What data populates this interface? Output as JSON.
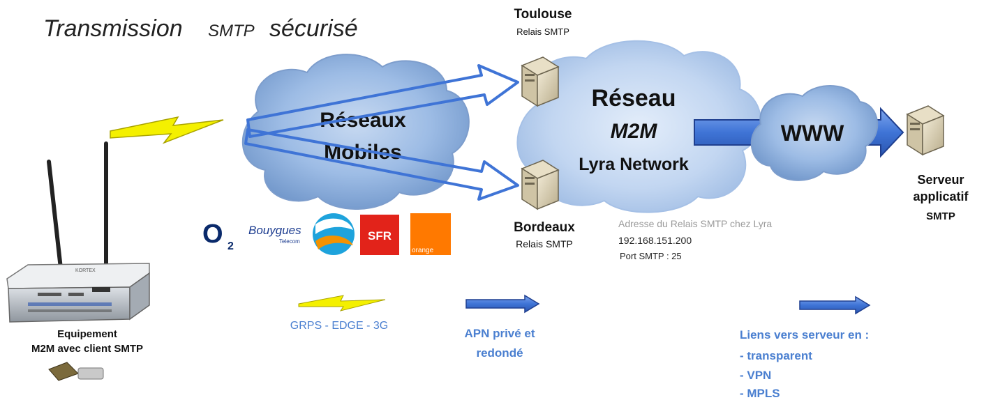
{
  "title": {
    "part1": "Transmission",
    "part2": "SMTP",
    "part3": "sécurisé"
  },
  "clouds": {
    "mobile": {
      "line1": "Réseaux",
      "line2": "Mobiles"
    },
    "m2m": {
      "line1": "Réseau",
      "line2": "M2M",
      "line3": "Lyra Network"
    },
    "www": {
      "label": "WWW"
    }
  },
  "relays": {
    "toulouse": {
      "city": "Toulouse",
      "role": "Relais SMTP"
    },
    "bordeaux": {
      "city": "Bordeaux",
      "role": "Relais SMTP"
    }
  },
  "relay_address": {
    "line1": "Adresse du Relais SMTP chez Lyra",
    "line2": "192.168.151.200",
    "line3": "Port SMTP : 25"
  },
  "server": {
    "line1": "Serveur",
    "line2": "applicatif",
    "line3": "SMTP"
  },
  "equipment": {
    "line1": "Equipement",
    "line2": "M2M avec client SMTP",
    "brand": "KORTEX"
  },
  "operators": {
    "o2": "O",
    "o2_sub": "2",
    "bouygues": "Bouygues",
    "bouygues_sub": "Telecom",
    "sfr": "SFR",
    "orange": "orange"
  },
  "legend": {
    "radio": "GRPS - EDGE - 3G",
    "apn_line1": "APN privé et",
    "apn_line2": "redondé",
    "links_title": "Liens vers serveur en :",
    "links": [
      "- transparent",
      "- VPN",
      "- MPLS"
    ]
  },
  "colors": {
    "cloud": "#8fb2de",
    "cloud_dark": "#6e93c8",
    "arrow": "#3f74d6",
    "arrow_edge": "#1f3f8f",
    "legend_text": "#4a7fd0",
    "lightning": "#f4f000",
    "sfr": "#e2231a",
    "orange": "#ff7900"
  },
  "icons": [
    "antenna-icon",
    "lightning-icon",
    "server-icon",
    "sim-card-icon"
  ]
}
